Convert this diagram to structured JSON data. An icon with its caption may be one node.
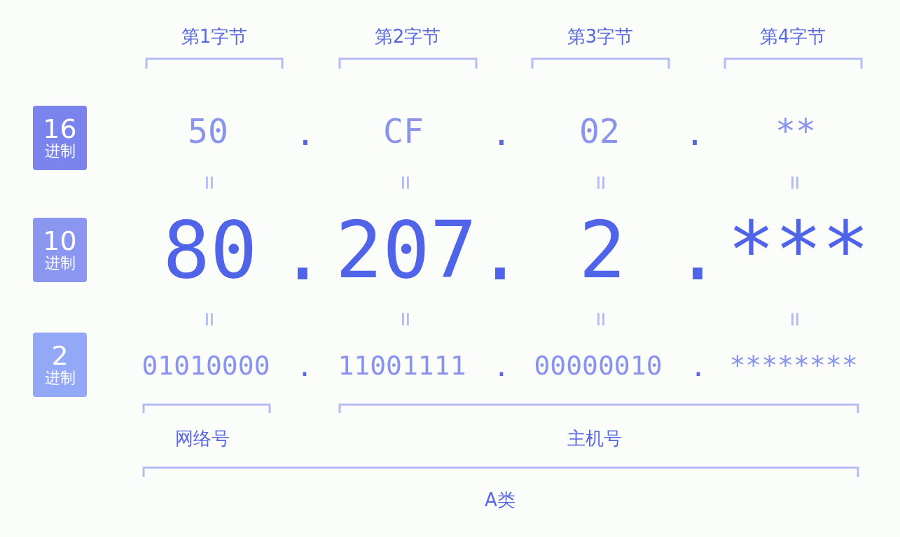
{
  "diagram": {
    "nodes": [
      {
        "text": [
          "16",
          "进制"
        ]
      },
      {
        "text": [
          "10",
          "进制"
        ]
      },
      {
        "text": [
          "2",
          "进制"
        ]
      }
    ],
    "labels": [
      "第1字节",
      "第2字节",
      "第3字节",
      "第4字节",
      "50",
      ".",
      "CF",
      ".",
      "02",
      ".",
      "**",
      "=",
      "=",
      "=",
      "=",
      "80",
      ".",
      "207",
      ".",
      "2",
      ".",
      "***",
      "=",
      "=",
      "=",
      "=",
      "01010000",
      ".",
      "11001111",
      ".",
      "00000010",
      ".",
      "********",
      "网络号",
      "主机号",
      "A类"
    ]
  }
}
